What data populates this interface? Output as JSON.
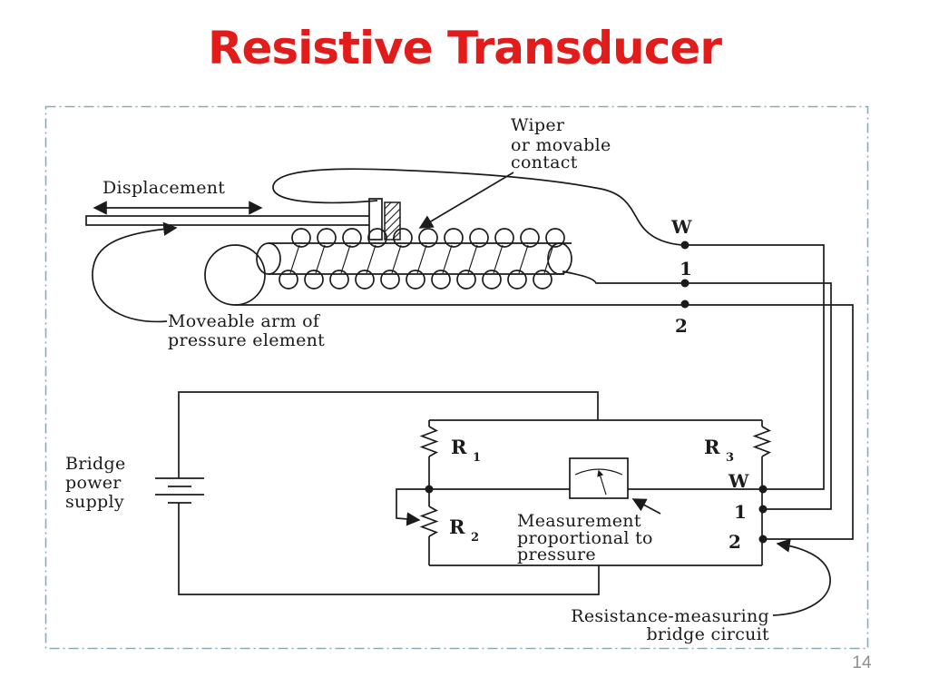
{
  "slide": {
    "title": "Resistive Transducer",
    "page_number": "14"
  },
  "colors": {
    "title_red": "#e21b1b",
    "border_blue": "#8da9b6",
    "diagram_ink": "#1b1b1b",
    "page_number_gray": "#8f8f8f"
  },
  "diagram": {
    "wiper_label": {
      "line1": "Wiper",
      "line2": "or movable",
      "line3": "contact"
    },
    "displacement_label": "Displacement",
    "arm_label": {
      "line1": "Moveable arm of",
      "line2": "pressure element"
    },
    "top_terminals": {
      "w": "W",
      "t1": "1",
      "t2": "2"
    },
    "supply_label": {
      "line1": "Bridge",
      "line2": "power",
      "line3": "supply"
    },
    "resistors": {
      "r": "R",
      "r1_sub": "1",
      "r2_sub": "2",
      "r3_sub": "3"
    },
    "bottom_terminals": {
      "w": "W",
      "t1": "1",
      "t2": "2"
    },
    "measurement_label": {
      "line1": "Measurement",
      "line2": "proportional to",
      "line3": "pressure"
    },
    "bridge_label": {
      "line1": "Resistance-measuring",
      "line2": "bridge circuit"
    }
  }
}
